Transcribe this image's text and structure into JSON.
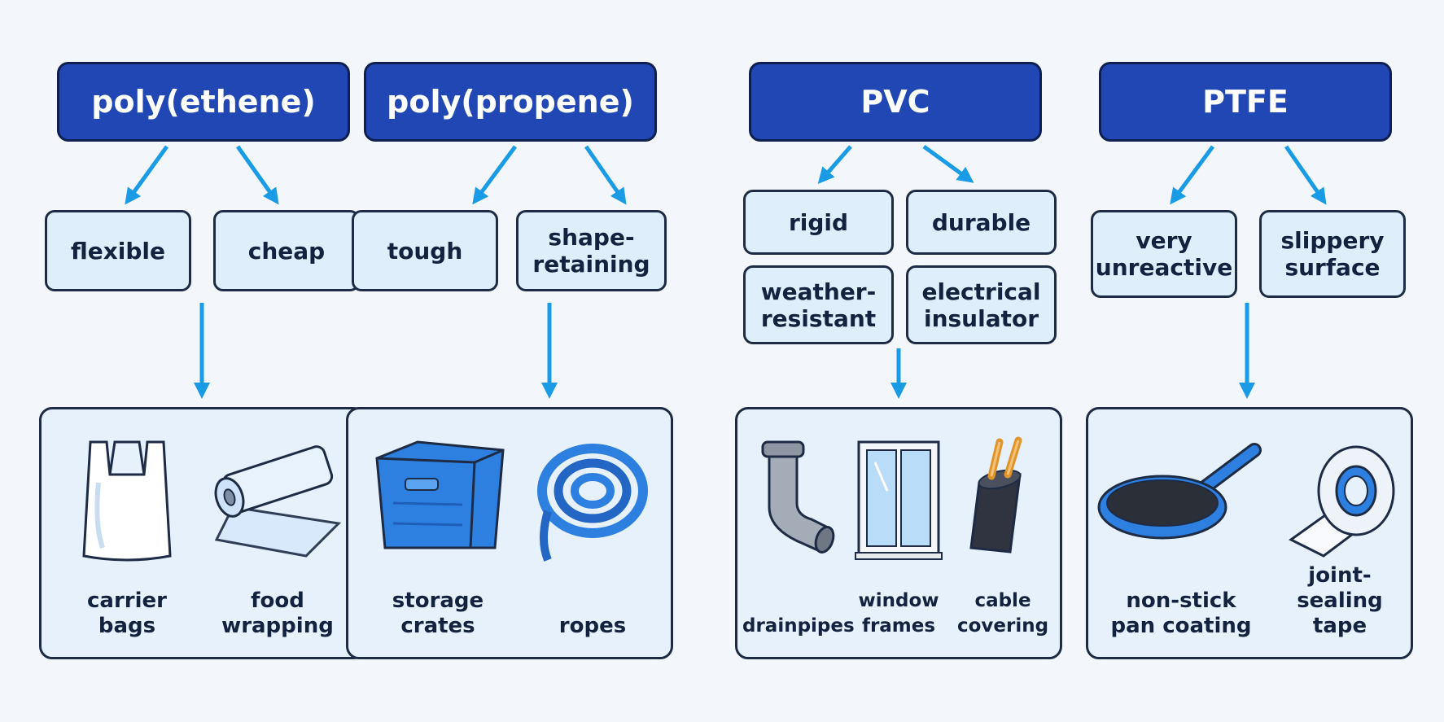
{
  "columns": [
    {
      "title": "poly(ethene)",
      "properties": [
        "flexible",
        "cheap"
      ],
      "uses": [
        {
          "label": "carrier\nbags",
          "icon": "carrier-bag-icon"
        },
        {
          "label": "food\nwrapping",
          "icon": "cling-film-roll-icon"
        }
      ]
    },
    {
      "title": "poly(propene)",
      "properties": [
        "tough",
        "shape-\nretaining"
      ],
      "uses": [
        {
          "label": "storage\ncrates",
          "icon": "storage-crate-icon"
        },
        {
          "label": "ropes",
          "icon": "rope-coil-icon"
        }
      ]
    },
    {
      "title": "PVC",
      "properties": [
        "rigid",
        "durable",
        "weather-\nresistant",
        "electrical\ninsulator"
      ],
      "uses": [
        {
          "label": "drainpipes",
          "icon": "drainpipe-icon"
        },
        {
          "label": "window\nframes",
          "icon": "window-frame-icon"
        },
        {
          "label": "cable\ncovering",
          "icon": "cable-icon"
        }
      ]
    },
    {
      "title": "PTFE",
      "properties": [
        "very\nunreactive",
        "slippery\nsurface"
      ],
      "uses": [
        {
          "label": "non-stick\npan coating",
          "icon": "frying-pan-icon"
        },
        {
          "label": "joint-sealing\ntape",
          "icon": "tape-roll-icon"
        }
      ]
    }
  ],
  "colors": {
    "title_fill": "#2147b4",
    "arrow": "#1a9be6",
    "box_fill": "#deeefb",
    "accent_blue": "#2d7fe0"
  }
}
